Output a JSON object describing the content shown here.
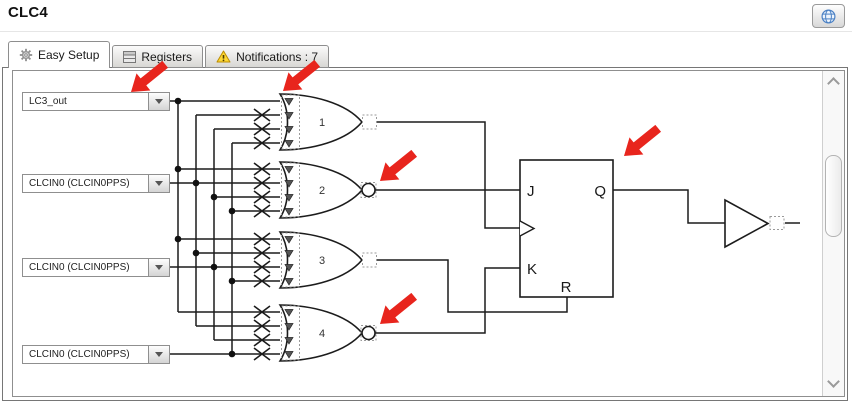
{
  "header": {
    "title": "CLC4"
  },
  "toolbar": {
    "globe_button_icon": "globe"
  },
  "tabs": [
    {
      "label": "Easy Setup",
      "icon": "gear",
      "selected": true
    },
    {
      "label": "Registers",
      "icon": "registers",
      "selected": false
    },
    {
      "label": "Notifications : 7",
      "icon": "warning",
      "selected": false
    }
  ],
  "diagram": {
    "input_selects": [
      {
        "value": "LC3_out"
      },
      {
        "value": "CLCIN0 (CLCIN0PPS)"
      },
      {
        "value": "CLCIN0 (CLCIN0PPS)"
      },
      {
        "value": "CLCIN0 (CLCIN0PPS)"
      }
    ],
    "gates": [
      {
        "label": "1",
        "type": "OR",
        "inverted_output": false
      },
      {
        "label": "2",
        "type": "NOR",
        "inverted_output": true
      },
      {
        "label": "3",
        "type": "OR",
        "inverted_output": false
      },
      {
        "label": "4",
        "type": "NOR",
        "inverted_output": true
      }
    ],
    "flipflop": {
      "type": "JK",
      "pins": {
        "j": "J",
        "k": "K",
        "q": "Q",
        "r": "R"
      }
    },
    "output_buffer": {
      "type": "buffer"
    },
    "annotations": {
      "red_arrow_count": 5
    }
  },
  "colors": {
    "wire": "#1c1c1c",
    "arrow_red": "#e8251d",
    "warning_yellow": "#fdd835",
    "globe_blue": "#4a80c4"
  }
}
